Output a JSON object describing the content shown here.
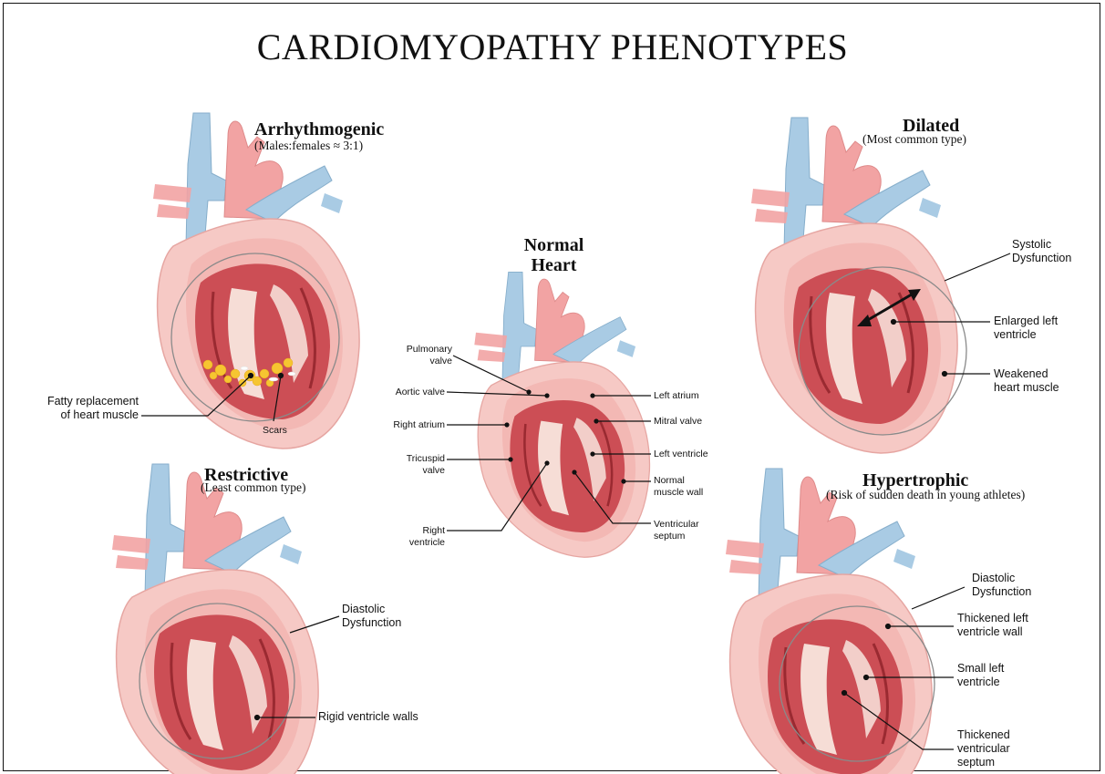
{
  "title": "CARDIOMYOPATHY PHENOTYPES",
  "panels": {
    "arrhythmogenic": {
      "heading": "Arrhythmogenic",
      "subtitle": "(Males:females ≈  3:1)",
      "labels": {
        "fatty": "Fatty replacement\nof heart muscle",
        "scars": "Scars"
      }
    },
    "dilated": {
      "heading": "Dilated",
      "subtitle": "(Most common type)",
      "labels": {
        "systolic": "Systolic\nDysfunction",
        "enlarged": "Enlarged left\nventricle",
        "weakened": "Weakened\nheart muscle"
      }
    },
    "normal": {
      "heading": "Normal\nHeart",
      "labels": {
        "pulmonary_valve": "Pulmonary\nvalve",
        "aortic_valve": "Aortic valve",
        "right_atrium": "Right atrium",
        "tricuspid_valve": "Tricuspid\nvalve",
        "right_ventricle": "Right\nventricle",
        "left_atrium": "Left atrium",
        "mitral_valve": "Mitral valve",
        "left_ventricle": "Left ventricle",
        "normal_muscle_wall": "Normal\nmuscle wall",
        "ventricular_septum": "Ventricular\nseptum"
      }
    },
    "restrictive": {
      "heading": "Restrictive",
      "subtitle": "(Least common type)",
      "labels": {
        "diastolic": "Diastolic\nDysfunction",
        "rigid": "Rigid ventricle walls"
      }
    },
    "hypertrophic": {
      "heading": "Hypertrophic",
      "subtitle": "(Risk of sudden death in young athletes)",
      "labels": {
        "diastolic": "Diastolic\nDysfunction",
        "thickened_wall": "Thickened left\nventricle wall",
        "small_lv": "Small left\nventricle",
        "thickened_septum": "Thickened\nventricular\nseptum"
      }
    }
  },
  "colors": {
    "vein_blue": "#a9cbe4",
    "artery_pink": "#f2a3a3",
    "heart_pale": "#f6c9c5",
    "muscle_red": "#c8434a",
    "inner_pink": "#f2a9a3",
    "fat_yellow": "#f6c531",
    "frame": "#111111"
  }
}
